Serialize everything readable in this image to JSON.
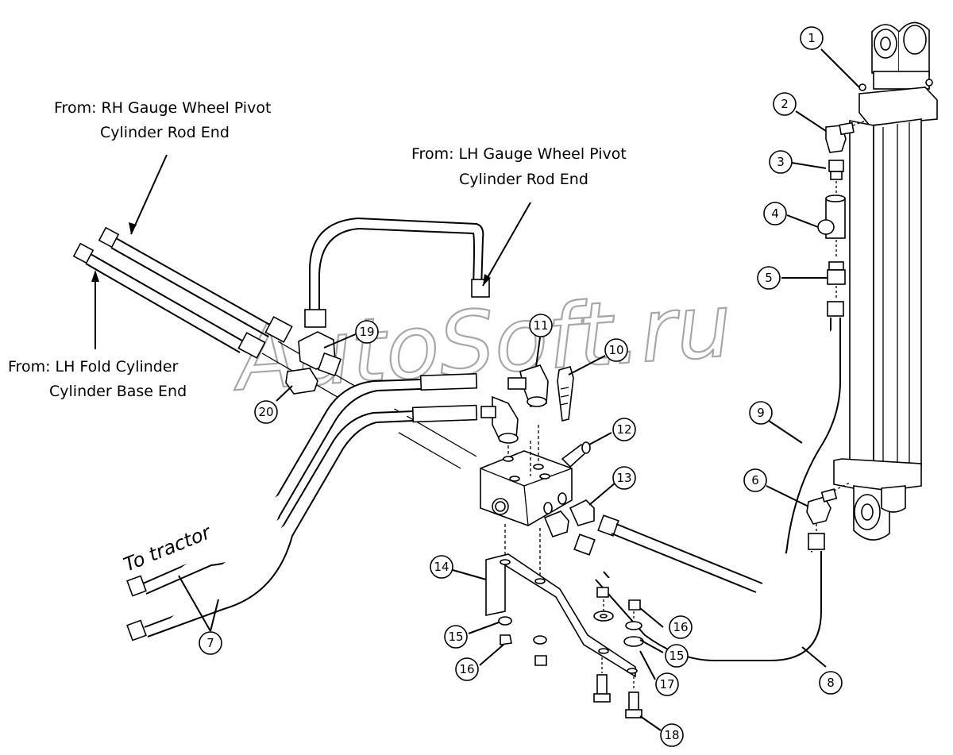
{
  "diagram": {
    "labels": {
      "rh_gauge_line1": "From: RH Gauge Wheel Pivot",
      "rh_gauge_line2": "Cylinder Rod End",
      "lh_gauge_line1": "From: LH Gauge Wheel Pivot",
      "lh_gauge_line2": "Cylinder Rod End",
      "lh_fold_line1": "From: LH Fold Cylinder",
      "lh_fold_line2": "Cylinder Base End",
      "to_tractor": "To tractor"
    },
    "watermark": "AutoSoft.ru",
    "callouts": [
      "1",
      "2",
      "3",
      "4",
      "5",
      "6",
      "7",
      "8",
      "9",
      "10",
      "11",
      "12",
      "13",
      "14",
      "15",
      "16",
      "17",
      "18",
      "19",
      "20"
    ],
    "callout_extra": [
      "7",
      "15",
      "16"
    ]
  }
}
